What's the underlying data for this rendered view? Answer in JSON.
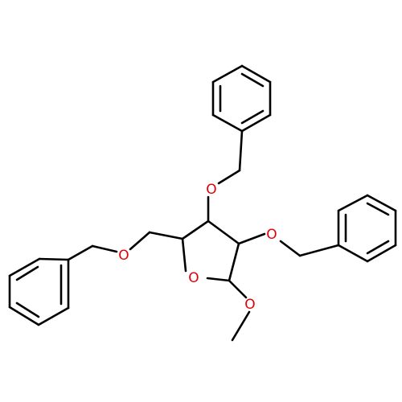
{
  "molecule": {
    "atom_labels": {
      "o_benzyloxy_top": "O",
      "o_benzyloxy_right": "O",
      "o_benzyloxy_left": "O",
      "o_ring": "O",
      "o_methoxy": "O"
    },
    "colors": {
      "bond": "#000000",
      "oxygen": "#e0000a"
    }
  }
}
